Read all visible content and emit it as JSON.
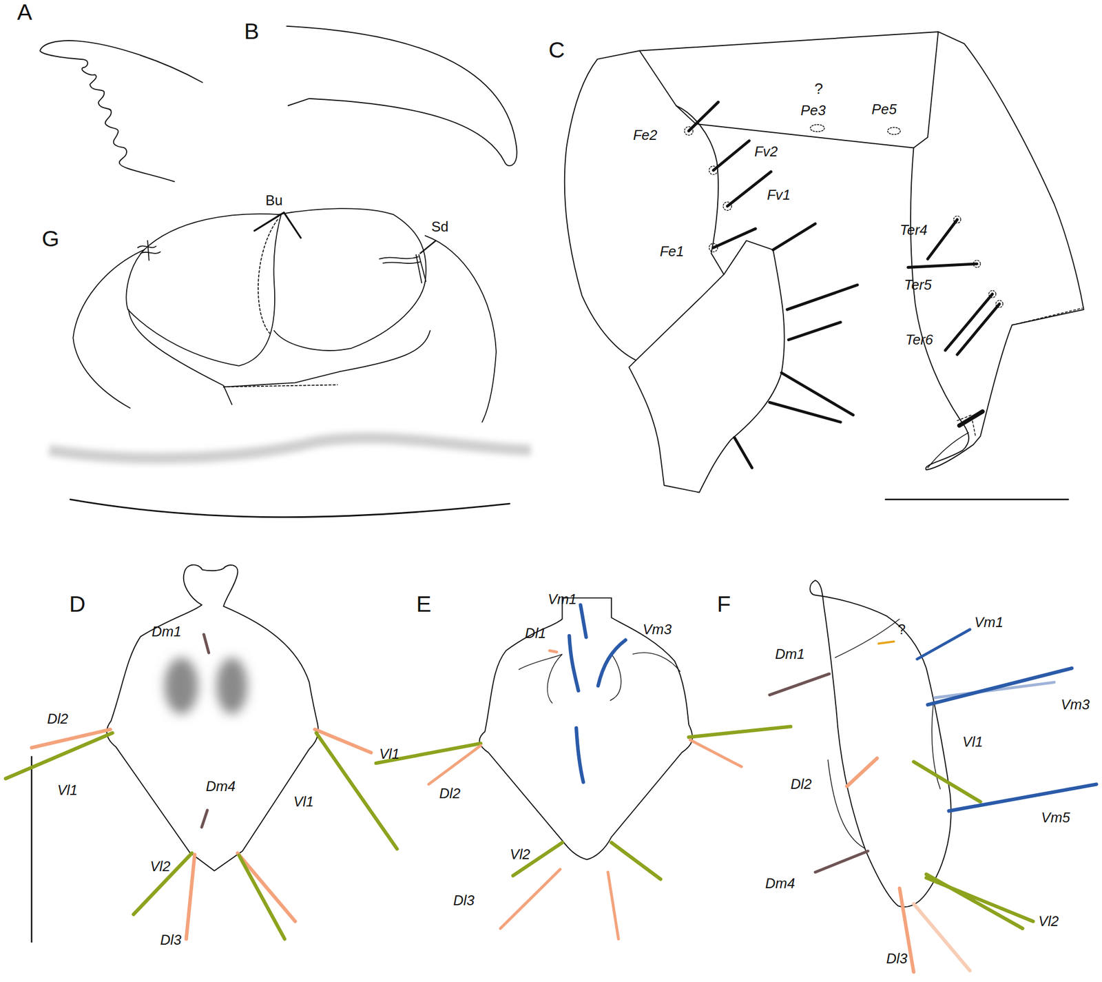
{
  "diagram": {
    "labels": [
      "A",
      "B",
      "C",
      "G",
      "Bu",
      "Sd",
      "Fe2",
      "?",
      "Pe3",
      "Pe5",
      "Fv2",
      "Fv1",
      "Fe1",
      "Ter4",
      "Ter5",
      "Ter6",
      "D",
      "Dm1",
      "Dl2",
      "Vl1",
      "Dm4",
      "Vl1",
      "Vl2",
      "Dl3",
      "E",
      "Vm1",
      "Dl1",
      "Vm3",
      "Vl1",
      "Dl2",
      "Vl2",
      "Dl3",
      "F",
      "?",
      "Vm1",
      "Dm1",
      "Vm3",
      "Dl2",
      "Vl1",
      "Vm5",
      "Dm4",
      "Vl2",
      "Dl3"
    ]
  }
}
